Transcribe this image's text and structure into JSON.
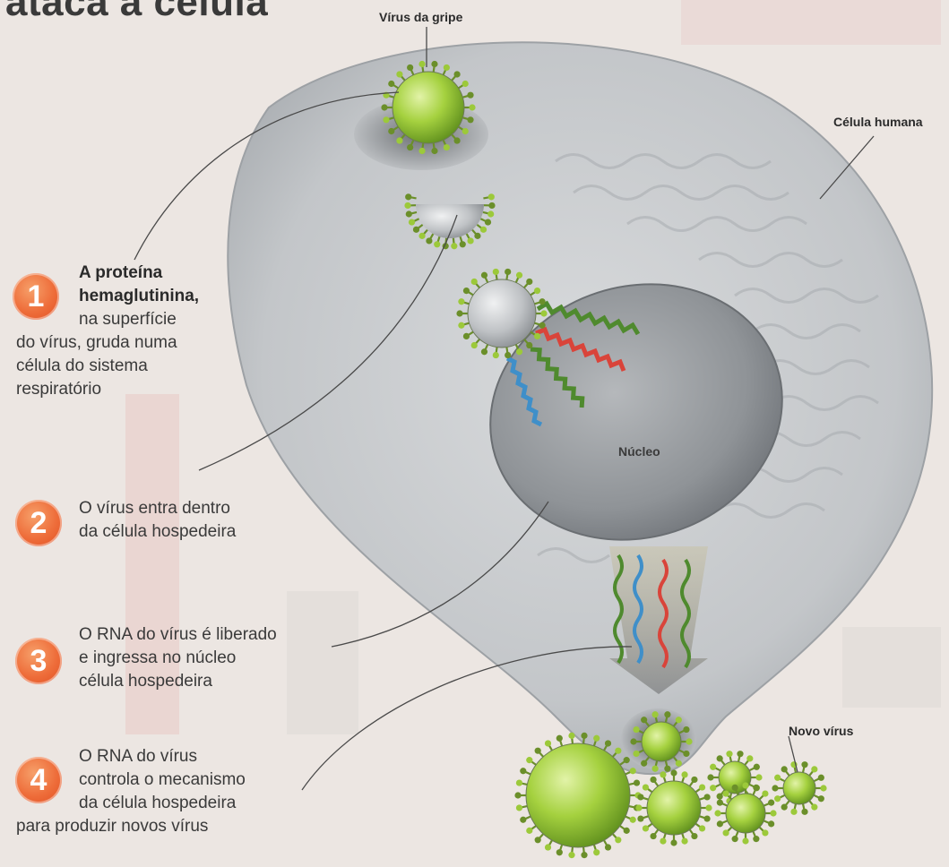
{
  "title": "ataca a célula",
  "labels": {
    "virus_gripe": "Vírus da gripe",
    "celula_humana": "Célula humana",
    "nucleo": "Núcleo",
    "novo_virus": "Novo vírus"
  },
  "steps": [
    {
      "number": "1",
      "bold_line1": "A proteína",
      "bold_line2": "hemaglutinina,",
      "line3": "na superfície",
      "line4": "do vírus, gruda numa",
      "line5": "célula do sistema",
      "line6": "respiratório"
    },
    {
      "number": "2",
      "line1": "O vírus entra dentro",
      "line2": "da célula hospedeira"
    },
    {
      "number": "3",
      "line1": "O RNA do vírus é liberado",
      "line2": "e ingressa no núcleo",
      "line3": "célula hospedeira"
    },
    {
      "number": "4",
      "line1": "O RNA do vírus",
      "line2": "controla o mecanismo",
      "line3": "da célula hospedeira",
      "line4": "para produzir novos vírus"
    }
  ],
  "colors": {
    "virus_green": "#9cc93a",
    "spike_green": "#6b8f2a",
    "cell_gray": "#c9ccce",
    "step_orange": "#ee6d3a",
    "rna_blue": "#3f8fc9",
    "rna_red": "#d9443a",
    "rna_green": "#4f8a2e"
  }
}
